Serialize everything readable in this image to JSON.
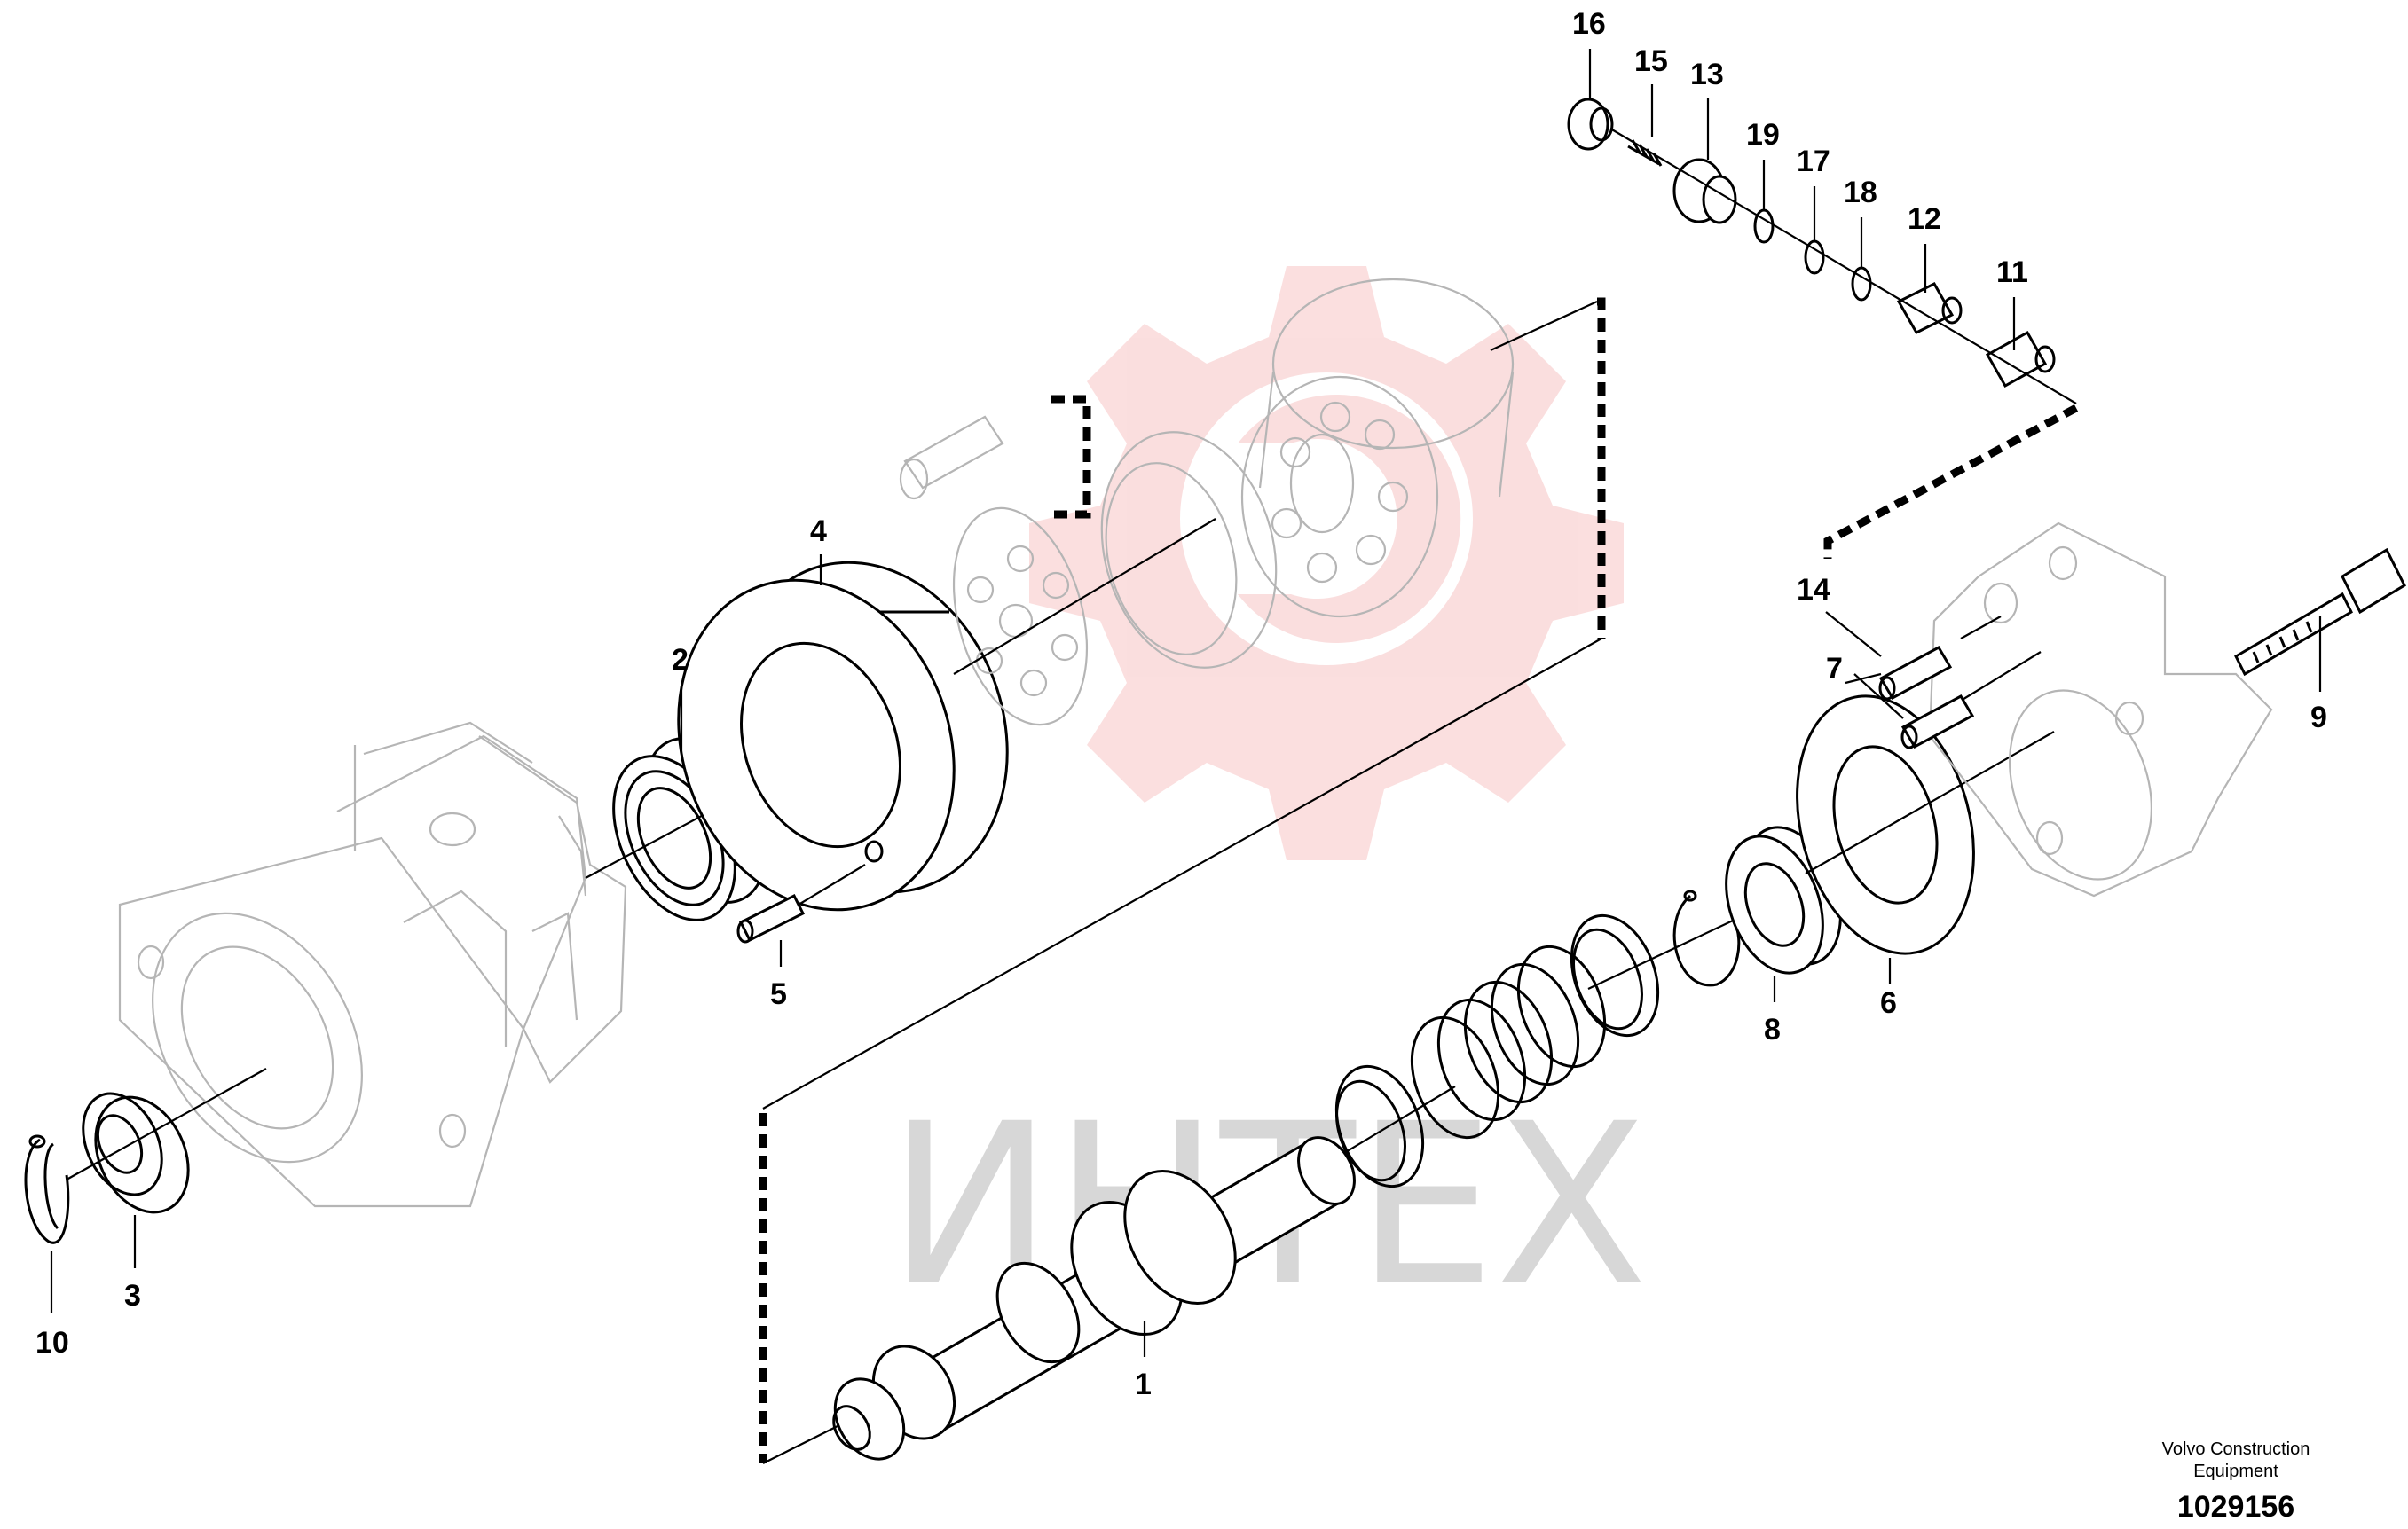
{
  "callouts": {
    "c1": "1",
    "c2": "2",
    "c3": "3",
    "c4": "4",
    "c5": "5",
    "c6": "6",
    "c7": "7",
    "c8": "8",
    "c9": "9",
    "c10": "10",
    "c11": "11",
    "c12": "12",
    "c13": "13",
    "c14": "14",
    "c15": "15",
    "c16": "16",
    "c17": "17",
    "c18": "18",
    "c19": "19"
  },
  "watermark": {
    "text": "ИНТЕХ",
    "color": "#f3a3a3"
  },
  "footer": {
    "brand_line1": "Volvo Construction",
    "brand_line2": "Equipment",
    "figure_id": "1029156"
  }
}
